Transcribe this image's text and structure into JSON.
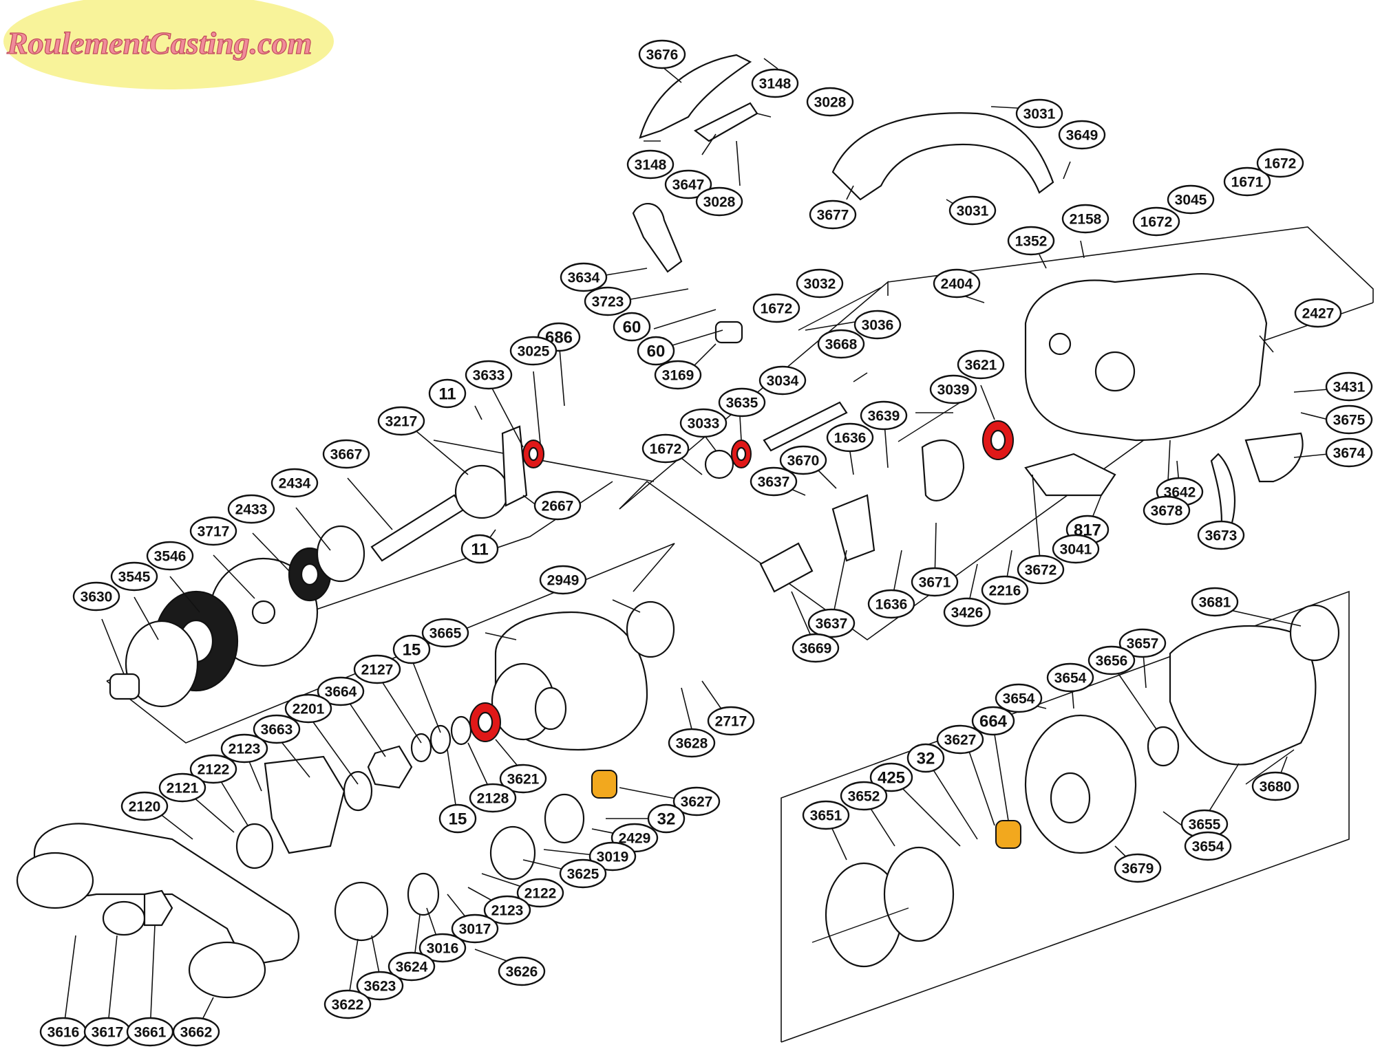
{
  "logo": {
    "text": "RoulementCasting.com",
    "ellipse_color": "#f8f39a",
    "text_color": "#f08c9a"
  },
  "colors": {
    "bearing_highlight_red": "#e01818",
    "bearing_highlight_orange": "#f2a81e"
  },
  "highlighted_parts": {
    "red_bearings": [
      "3635",
      "3621",
      "3633",
      "3621"
    ],
    "orange_bearings": [
      "3627",
      "3627"
    ]
  },
  "labels": {
    "l3676": "3676",
    "l3148a": "3148",
    "l3028a": "3028",
    "l3148b": "3148",
    "l3647": "3647",
    "l3028b": "3028",
    "l3031a": "3031",
    "l3649": "3649",
    "l3677": "3677",
    "l3031b": "3031",
    "l3634": "3634",
    "l3723": "3723",
    "l60a": "60",
    "l60b": "60",
    "l3169": "3169",
    "l1352": "1352",
    "l2158": "2158",
    "l1672a": "1672",
    "l3045": "3045",
    "l1671": "1671",
    "l1672b": "1672",
    "l2404": "2404",
    "l3032": "3032",
    "l1672c": "1672",
    "l3036": "3036",
    "l3668": "3668",
    "l2427": "2427",
    "l3621a": "3621",
    "l3431": "3431",
    "l3675": "3675",
    "l3034": "3034",
    "l3039": "3039",
    "l3635": "3635",
    "l3033": "3033",
    "l1672d": "1672",
    "l1636a": "1636",
    "l3639": "3639",
    "l3674": "3674",
    "l3642": "3642",
    "l3670": "3670",
    "l3637a": "3637",
    "l817": "817",
    "l3041": "3041",
    "l3678": "3678",
    "l3673": "3673",
    "l3672": "3672",
    "l2216": "2216",
    "l3426": "3426",
    "l3671": "3671",
    "l1636b": "1636",
    "l3637b": "3637",
    "l3669": "3669",
    "l686": "686",
    "l3025": "3025",
    "l3633": "3633",
    "l11a": "11",
    "l2667": "2667",
    "l11b": "11",
    "l3217": "3217",
    "l3667": "3667",
    "l2434": "2434",
    "l2433": "2433",
    "l3717": "3717",
    "l3546": "3546",
    "l3545": "3545",
    "l3630": "3630",
    "l2949": "2949",
    "l3665": "3665",
    "l15a": "15",
    "l2127": "2127",
    "l3664": "3664",
    "l2201": "2201",
    "l3663": "3663",
    "l2123a": "2123",
    "l2122a": "2122",
    "l2121": "2121",
    "l2120": "2120",
    "l3628": "3628",
    "l2717": "2717",
    "l3621b": "3621",
    "l2128": "2128",
    "l15b": "15",
    "l3627a": "3627",
    "l32a": "32",
    "l2429": "2429",
    "l3019": "3019",
    "l3625": "3625",
    "l2122b": "2122",
    "l2123b": "2123",
    "l3017": "3017",
    "l3016": "3016",
    "l3626": "3626",
    "l3624": "3624",
    "l3623": "3623",
    "l3622": "3622",
    "l3616": "3616",
    "l3617": "3617",
    "l3661": "3661",
    "l3662": "3662",
    "l3681": "3681",
    "l3657": "3657",
    "l3656": "3656",
    "l3654a": "3654",
    "l3654b": "3654",
    "l664": "664",
    "l3627b": "3627",
    "l32b": "32",
    "l425": "425",
    "l3652": "3652",
    "l3651": "3651",
    "l3655": "3655",
    "l3680": "3680",
    "l3654c": "3654",
    "l3679": "3679"
  }
}
